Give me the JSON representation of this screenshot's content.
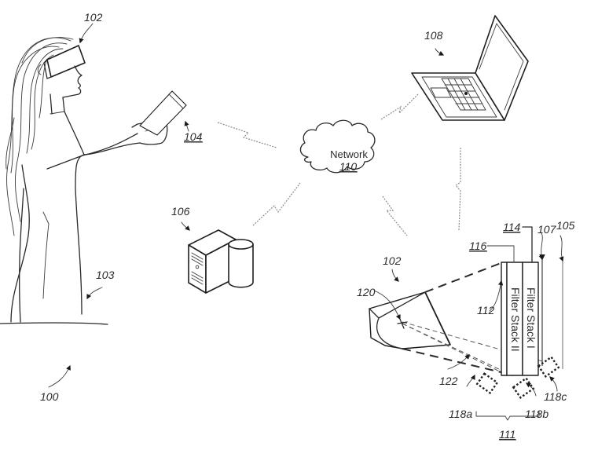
{
  "figure": {
    "type": "patent-drawing",
    "network": {
      "label": "Network",
      "ref": "110"
    },
    "filter_stacks": [
      {
        "label": "Filter Stack I",
        "ref": "114"
      },
      {
        "label": "Filter Stack II",
        "ref": "116"
      }
    ],
    "refs": {
      "system": "100",
      "hmd_user": "102",
      "hmd_detail": "102",
      "user": "103",
      "handheld_device": "104",
      "light_105": "105",
      "server": "106",
      "light_107": "107",
      "laptop": "108",
      "light_sources_group": "111",
      "display_layer": "112",
      "source_a": "118a",
      "source_b": "118b",
      "source_c": "118c",
      "eye_point": "120",
      "ray": "122"
    }
  }
}
